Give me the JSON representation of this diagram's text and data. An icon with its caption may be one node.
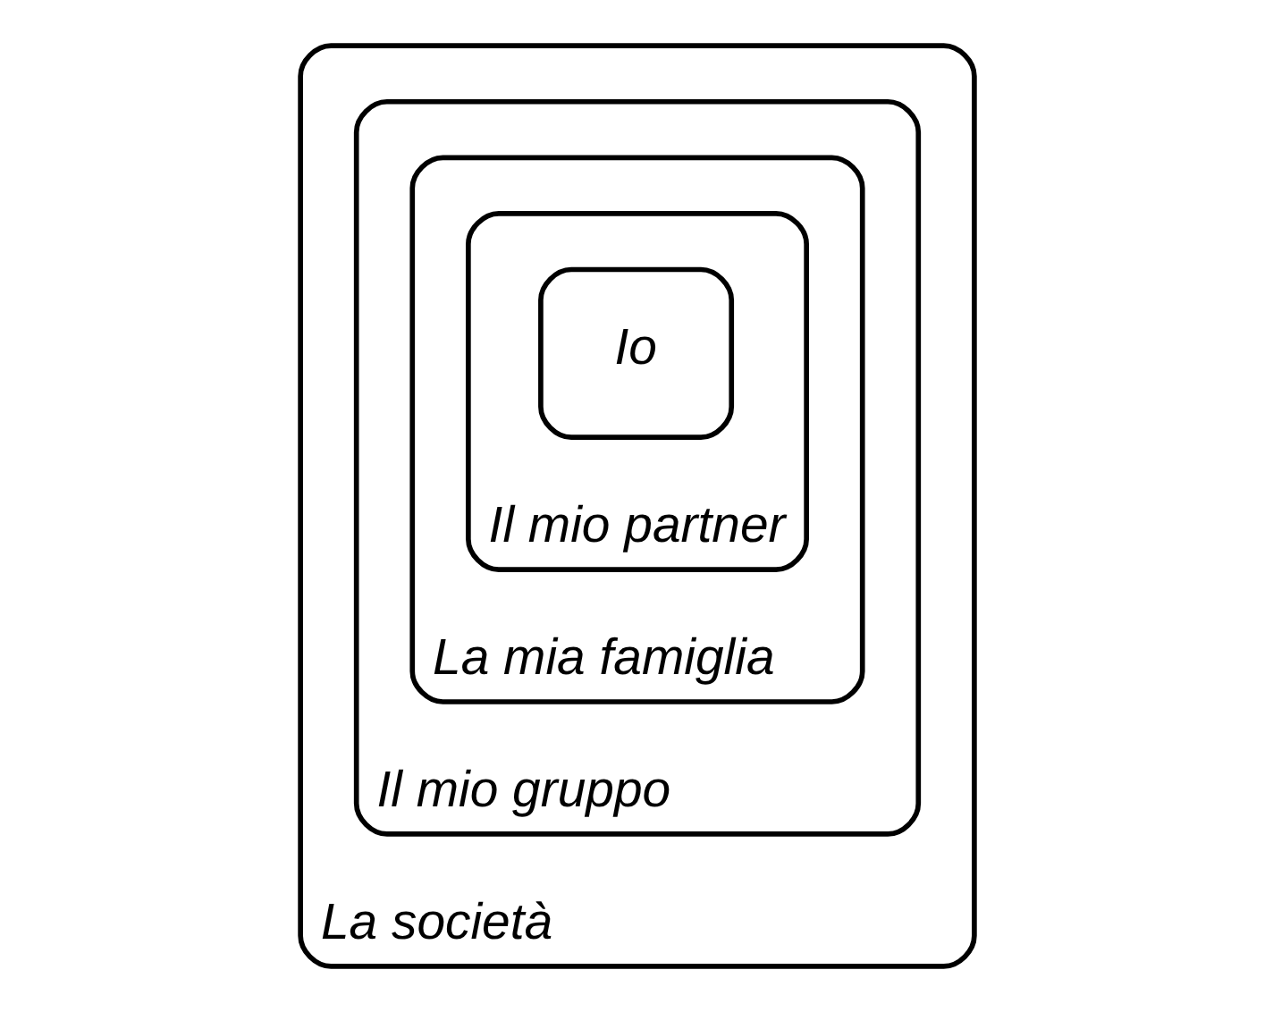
{
  "diagram": {
    "nodes": [
      {
        "text": [
          "La società"
        ]
      },
      {
        "text": [
          "Il mio gruppo"
        ],
        "in": 0
      },
      {
        "text": [
          "La mia famiglia"
        ],
        "in": 1
      },
      {
        "text": [
          "Il mio partner"
        ],
        "in": 2
      },
      {
        "text": [
          "Io"
        ],
        "in": 3
      }
    ]
  }
}
